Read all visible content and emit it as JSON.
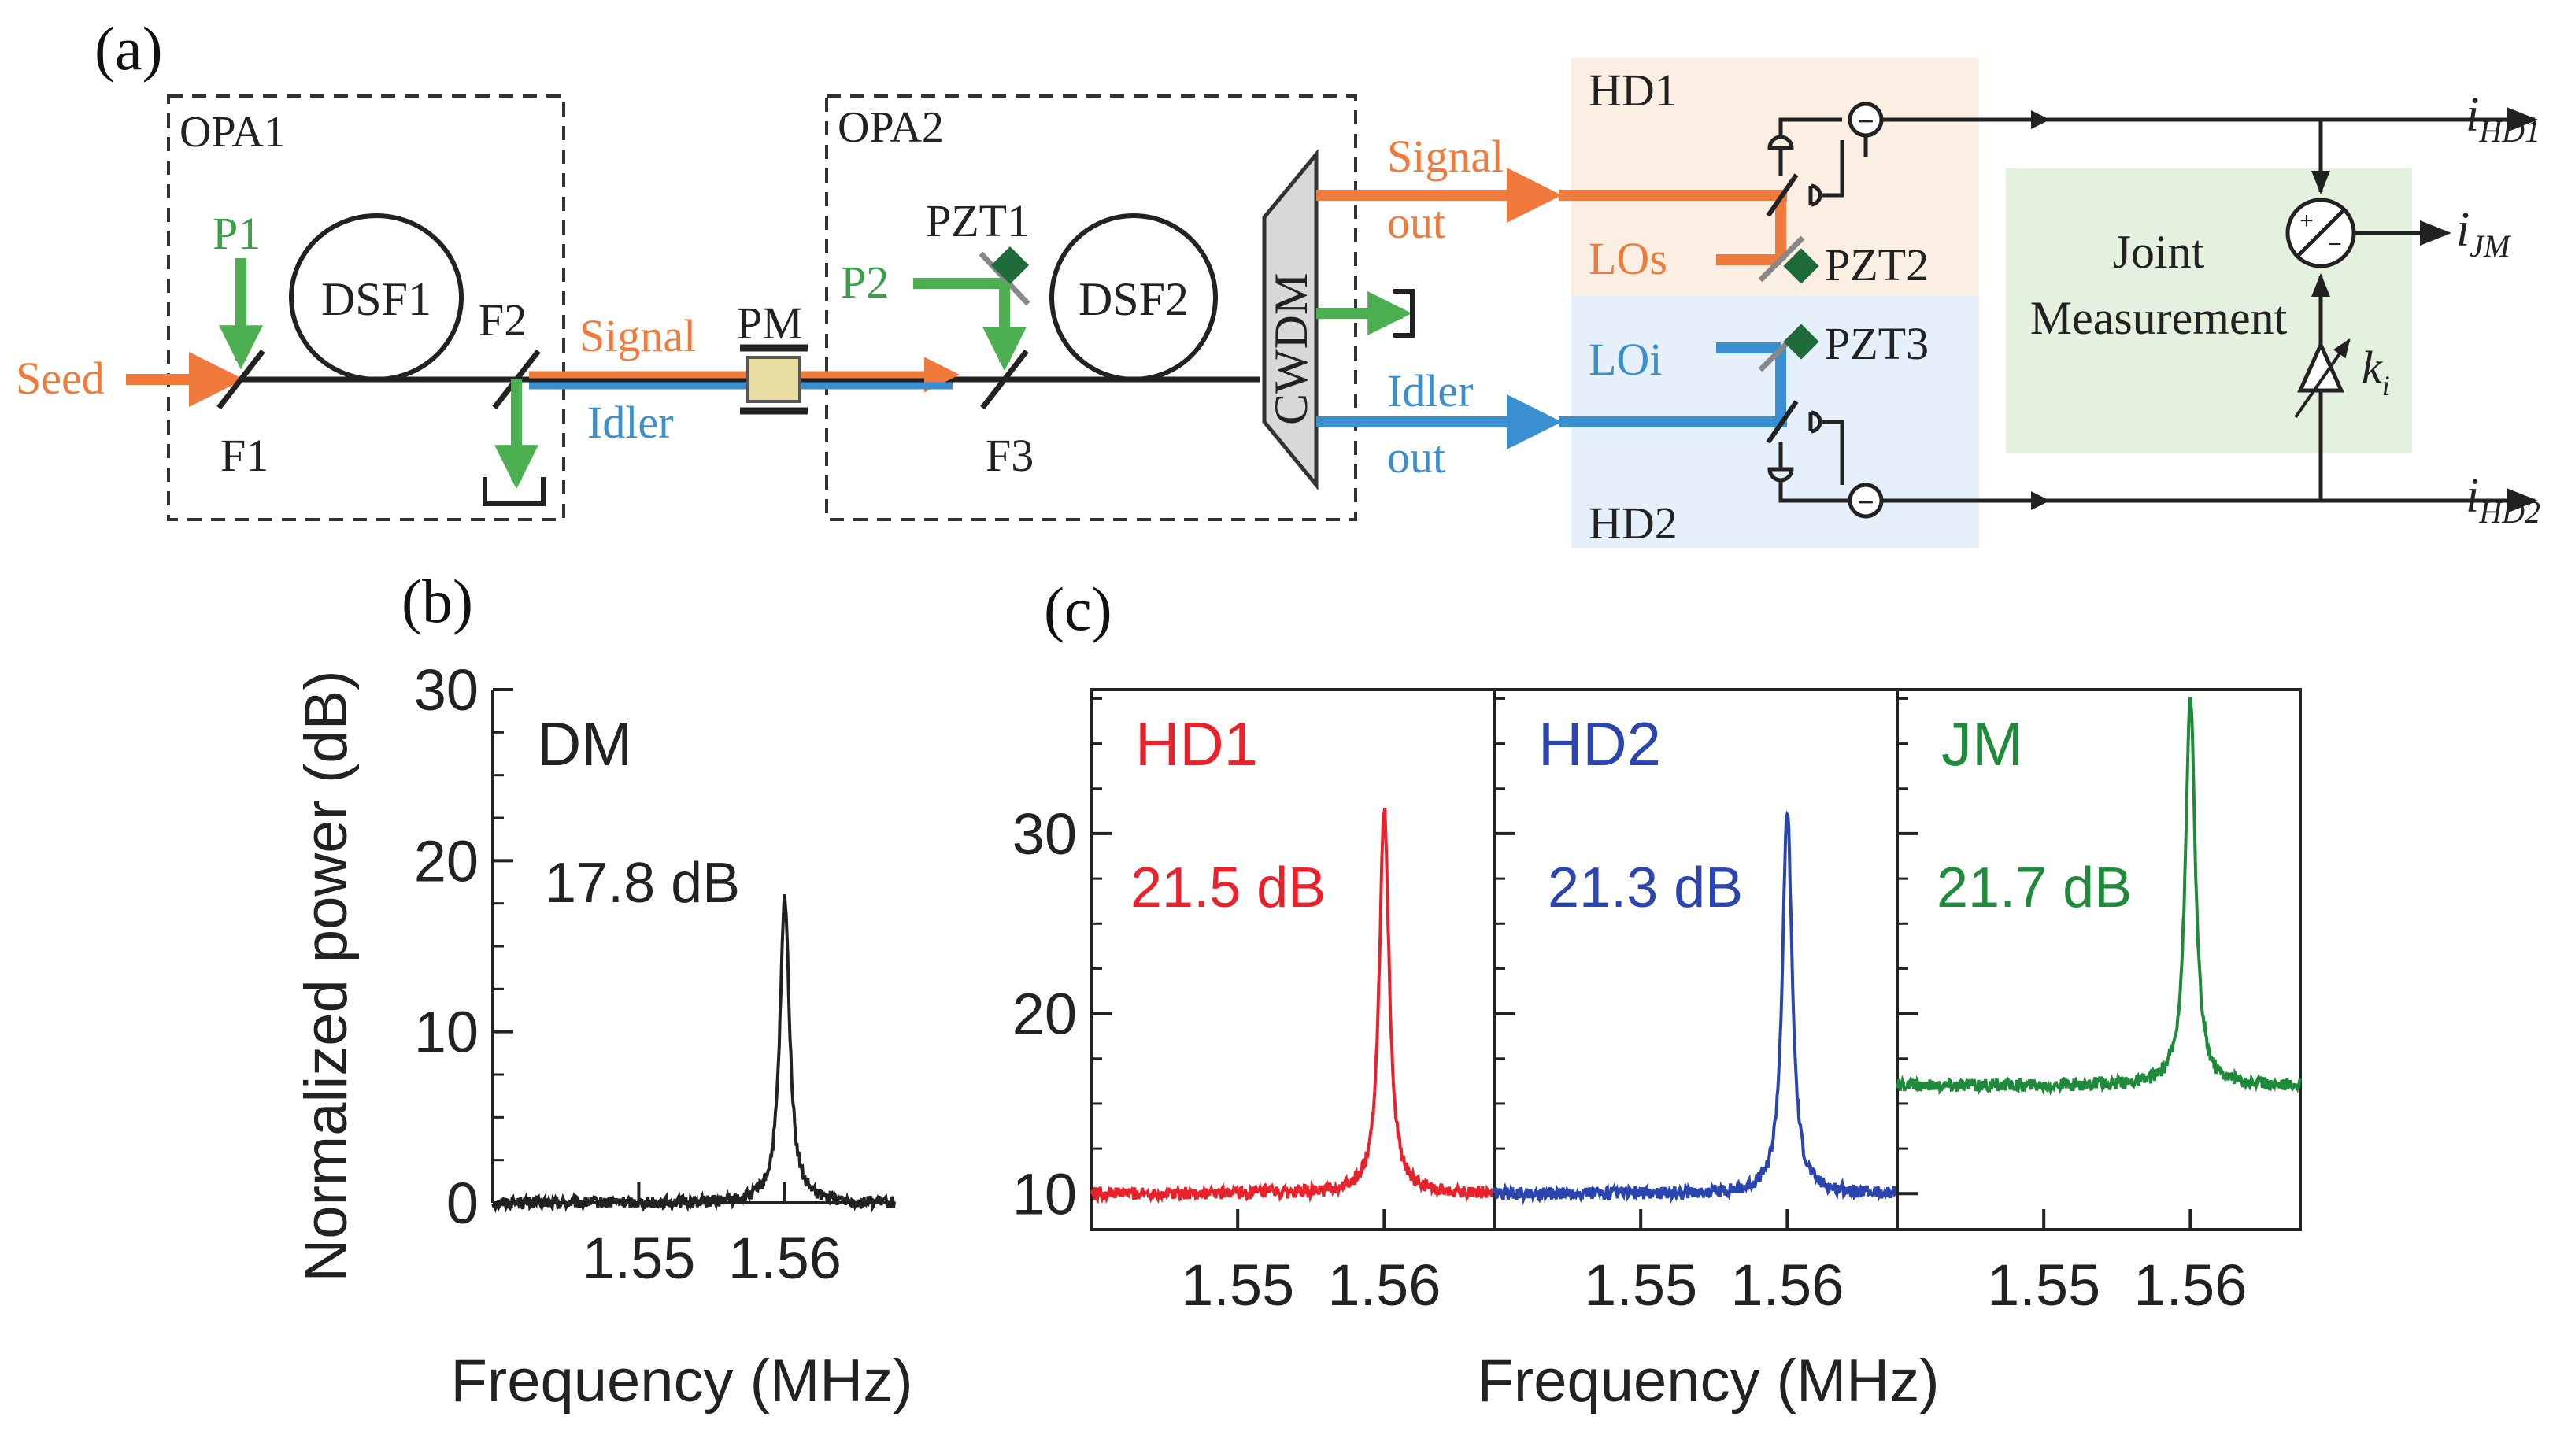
{
  "panel_labels": {
    "a": "(a)",
    "b": "(b)",
    "c": "(c)"
  },
  "setup": {
    "opa1_label": "OPA1",
    "opa2_label": "OPA2",
    "p1": "P1",
    "p2": "P2",
    "dsf1": "DSF1",
    "dsf2": "DSF2",
    "f1": "F1",
    "f2": "F2",
    "f3": "F3",
    "seed": "Seed",
    "signal": "Signal",
    "idler": "Idler",
    "pm": "PM",
    "pzt1": "PZT1",
    "pzt2": "PZT2",
    "pzt3": "PZT3",
    "cwdm": "CWDM",
    "signal_out_1": "Signal",
    "signal_out_2": "out",
    "idler_out_1": "Idler",
    "idler_out_2": "out",
    "hd1": "HD1",
    "hd2": "HD2",
    "los": "LOs",
    "loi": "LOi",
    "joint_1": "Joint",
    "joint_2": "Measurement",
    "i_hd1_main": "i",
    "i_hd1_sub": "HD1",
    "i_jm_main": "i",
    "i_jm_sub": "JM",
    "i_hd2_main": "i",
    "i_hd2_sub": "HD2",
    "k_main": "k",
    "k_sub": "i",
    "minus": "−",
    "plus": "+",
    "colors": {
      "seed": "#f07a3c",
      "idler": "#3a8fd0",
      "pump": "#4caf50",
      "hd1_bg": "#fbeee2",
      "hd2_bg": "#e6f0fa",
      "jm_bg": "#e3f1de"
    }
  },
  "chart_data": [
    {
      "type": "line",
      "panel": "(b)",
      "label": "DM",
      "annotation": "17.8 dB",
      "color": "#222222",
      "xlabel": "Frequency (MHz)",
      "ylabel": "Normalized power (dB)",
      "xlim": [
        1.54,
        1.5675
      ],
      "ylim": [
        0,
        30
      ],
      "yticks": [
        0,
        10,
        20,
        30
      ],
      "xticks": [
        1.55,
        1.56
      ],
      "center": 1.56,
      "baseline": 0,
      "peak": 17.8,
      "width": 0.0004
    },
    {
      "type": "line",
      "panel": "(c)",
      "label": "HD1",
      "annotation": "21.5 dB",
      "color": "#e8212b",
      "xlim": [
        1.54,
        1.5675
      ],
      "ylim": [
        8,
        38
      ],
      "yticks": [
        10,
        20,
        30
      ],
      "xticks": [
        1.55,
        1.56
      ],
      "center": 1.56,
      "baseline": 10,
      "peak": 31.5,
      "width": 0.0004
    },
    {
      "type": "line",
      "panel": "(c)",
      "label": "HD2",
      "annotation": "21.3 dB",
      "color": "#2b45b0",
      "xlim": [
        1.54,
        1.5675
      ],
      "ylim": [
        8,
        38
      ],
      "yticks": [
        10,
        20,
        30
      ],
      "xticks": [
        1.55,
        1.56
      ],
      "center": 1.56,
      "baseline": 10,
      "peak": 31.3,
      "width": 0.0004
    },
    {
      "type": "line",
      "panel": "(c)",
      "label": "JM",
      "annotation": "21.7 dB",
      "color": "#1e8a3a",
      "xlim": [
        1.54,
        1.5675
      ],
      "ylim": [
        8,
        38
      ],
      "yticks": [
        10,
        20,
        30
      ],
      "xticks": [
        1.55,
        1.56
      ],
      "center": 1.56,
      "baseline": 16,
      "peak": 37.7,
      "width": 0.0004
    }
  ],
  "panel_c_xlabel": "Frequency (MHz)"
}
